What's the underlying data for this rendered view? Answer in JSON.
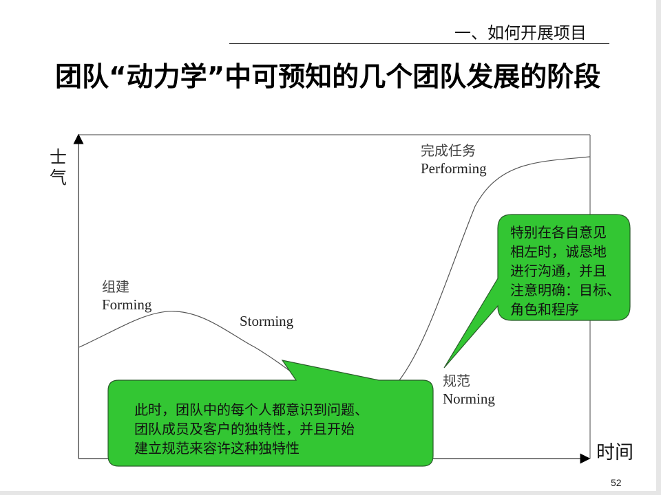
{
  "header": {
    "section": "一、如何开展项目"
  },
  "title": "团队“动力学”中可预知的几个团队发展的阶段",
  "axes": {
    "y_label": "士气",
    "x_label": "时间"
  },
  "stages": [
    {
      "cn": "组建",
      "en": "Forming"
    },
    {
      "cn": "",
      "en": "Storming"
    },
    {
      "cn": "规范",
      "en": "Norming"
    },
    {
      "cn": "完成任务",
      "en": "Performing"
    }
  ],
  "callouts": [
    {
      "lines": [
        "此时，团队中的每个人都意识到问题、",
        "团队成员及客户的独特性，并且开始",
        "建立规范来容许这种独特性"
      ]
    },
    {
      "lines": [
        "特别在各自意见",
        "相左时，诚恳地",
        "进行沟通，并且",
        "注意明确：目标、",
        "角色和程序"
      ]
    }
  ],
  "colors": {
    "callout_fill": "#33c633",
    "callout_stroke": "#2a5a2a",
    "curve": "#555555"
  },
  "page_number": "52"
}
